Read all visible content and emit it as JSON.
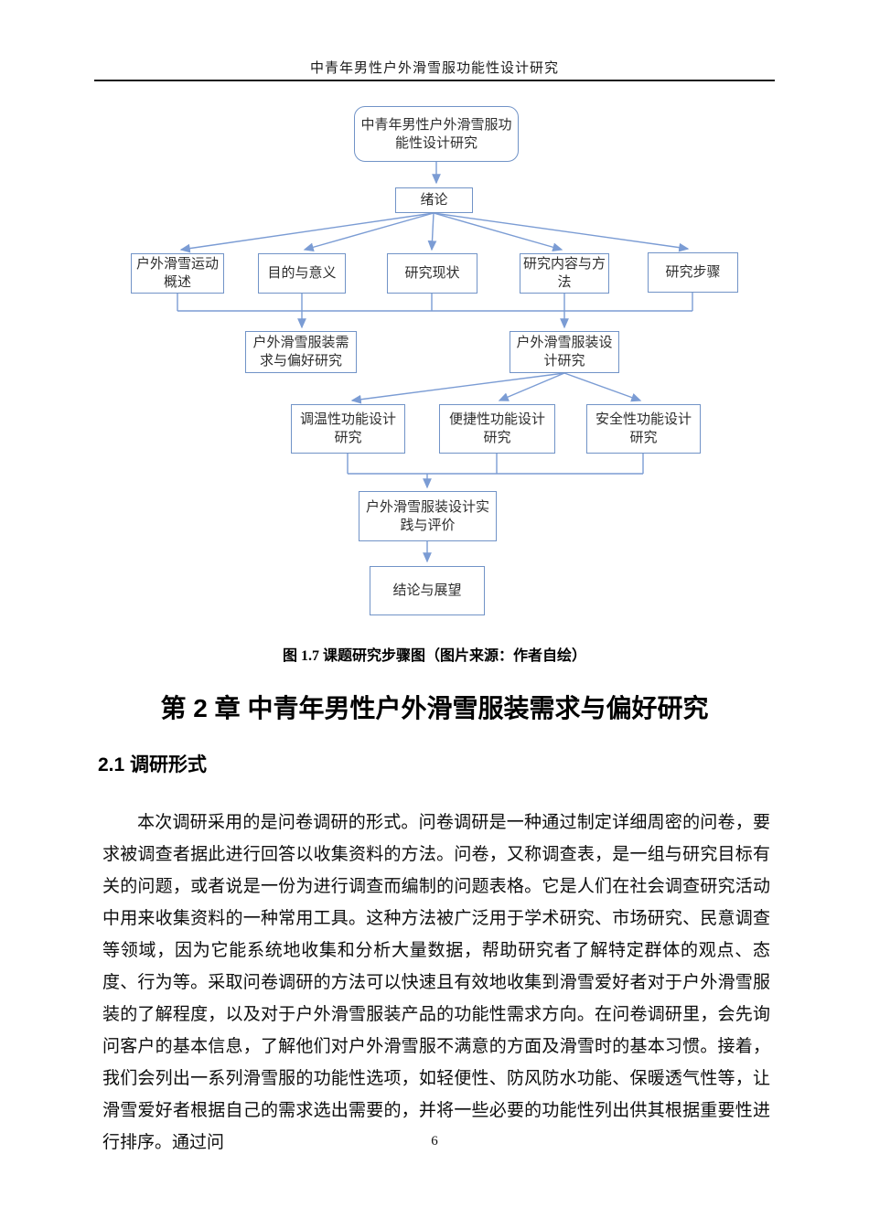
{
  "colors": {
    "box_border": "#7193c7",
    "connector": "#7b9cd4",
    "body_text": "#111111"
  },
  "header": {
    "title": "中青年男性户外滑雪服功能性设计研究"
  },
  "diagram": {
    "nodes": [
      {
        "id": "root",
        "lines": [
          "中青年男性户外滑雪服功",
          "能性设计研究"
        ]
      },
      {
        "id": "intro",
        "lines": [
          "绪论"
        ]
      },
      {
        "id": "overview",
        "lines": [
          "户外滑雪运动",
          "概述"
        ]
      },
      {
        "id": "purpose",
        "lines": [
          "目的与意义"
        ]
      },
      {
        "id": "status",
        "lines": [
          "研究现状"
        ]
      },
      {
        "id": "content",
        "lines": [
          "研究内容与方",
          "法"
        ]
      },
      {
        "id": "steps",
        "lines": [
          "研究步骤"
        ]
      },
      {
        "id": "needs",
        "lines": [
          "户外滑雪服装需",
          "求与偏好研究"
        ]
      },
      {
        "id": "design",
        "lines": [
          "户外滑雪服装设",
          "计研究"
        ]
      },
      {
        "id": "thermal",
        "lines": [
          "调温性功能设计",
          "研究"
        ]
      },
      {
        "id": "convenience",
        "lines": [
          "便捷性功能设计",
          "研究"
        ]
      },
      {
        "id": "safety",
        "lines": [
          "安全性功能设计",
          "研究"
        ]
      },
      {
        "id": "practice",
        "lines": [
          "户外滑雪服装设计实",
          "践与评价"
        ]
      },
      {
        "id": "conclusion",
        "lines": [
          "结论与展望"
        ]
      }
    ],
    "caption": "图 1.7 课题研究步骤图（图片来源：作者自绘）"
  },
  "chapter": {
    "title": "第 2 章 中青年男性户外滑雪服装需求与偏好研究"
  },
  "section": {
    "title": "2.1 调研形式"
  },
  "body": {
    "paragraph": "本次调研采用的是问卷调研的形式。问卷调研是一种通过制定详细周密的问卷，要求被调查者据此进行回答以收集资料的方法。问卷，又称调查表，是一组与研究目标有关的问题，或者说是一份为进行调查而编制的问题表格。它是人们在社会调查研究活动中用来收集资料的一种常用工具。这种方法被广泛用于学术研究、市场研究、民意调查等领域，因为它能系统地收集和分析大量数据，帮助研究者了解特定群体的观点、态度、行为等。采取问卷调研的方法可以快速且有效地收集到滑雪爱好者对于户外滑雪服装的了解程度，以及对于户外滑雪服装产品的功能性需求方向。在问卷调研里，会先询问客户的基本信息，了解他们对户外滑雪服不满意的方面及滑雪时的基本习惯。接着，我们会列出一系列滑雪服的功能性选项，如轻便性、防风防水功能、保暖透气性等，让滑雪爱好者根据自己的需求选出需要的，并将一些必要的功能性列出供其根据重要性进行排序。通过问"
  },
  "page": {
    "number": "6"
  }
}
